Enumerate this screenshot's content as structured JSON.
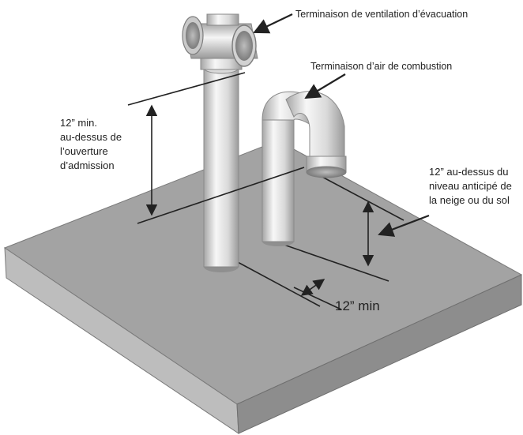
{
  "labels": {
    "exhaust_vent": "Terminaison de ventilation d’évacuation",
    "combustion_air": "Terminaison d’air de combustion",
    "above_intake": [
      "12” min.",
      "au-dessus de",
      "l’ouverture",
      "d’admission"
    ],
    "above_snow": [
      "12” au-dessus du",
      "niveau anticipé de",
      "la neige ou du sol"
    ],
    "spacing": "12” min"
  },
  "colors": {
    "slab_top": "#a3a3a3",
    "slab_front": "#b9b9b9",
    "slab_side": "#8a8a8a",
    "pipe_light": "#f2f2f2",
    "pipe_mid": "#d6d6d6",
    "pipe_dark": "#9c9c9c",
    "line": "#222222"
  }
}
